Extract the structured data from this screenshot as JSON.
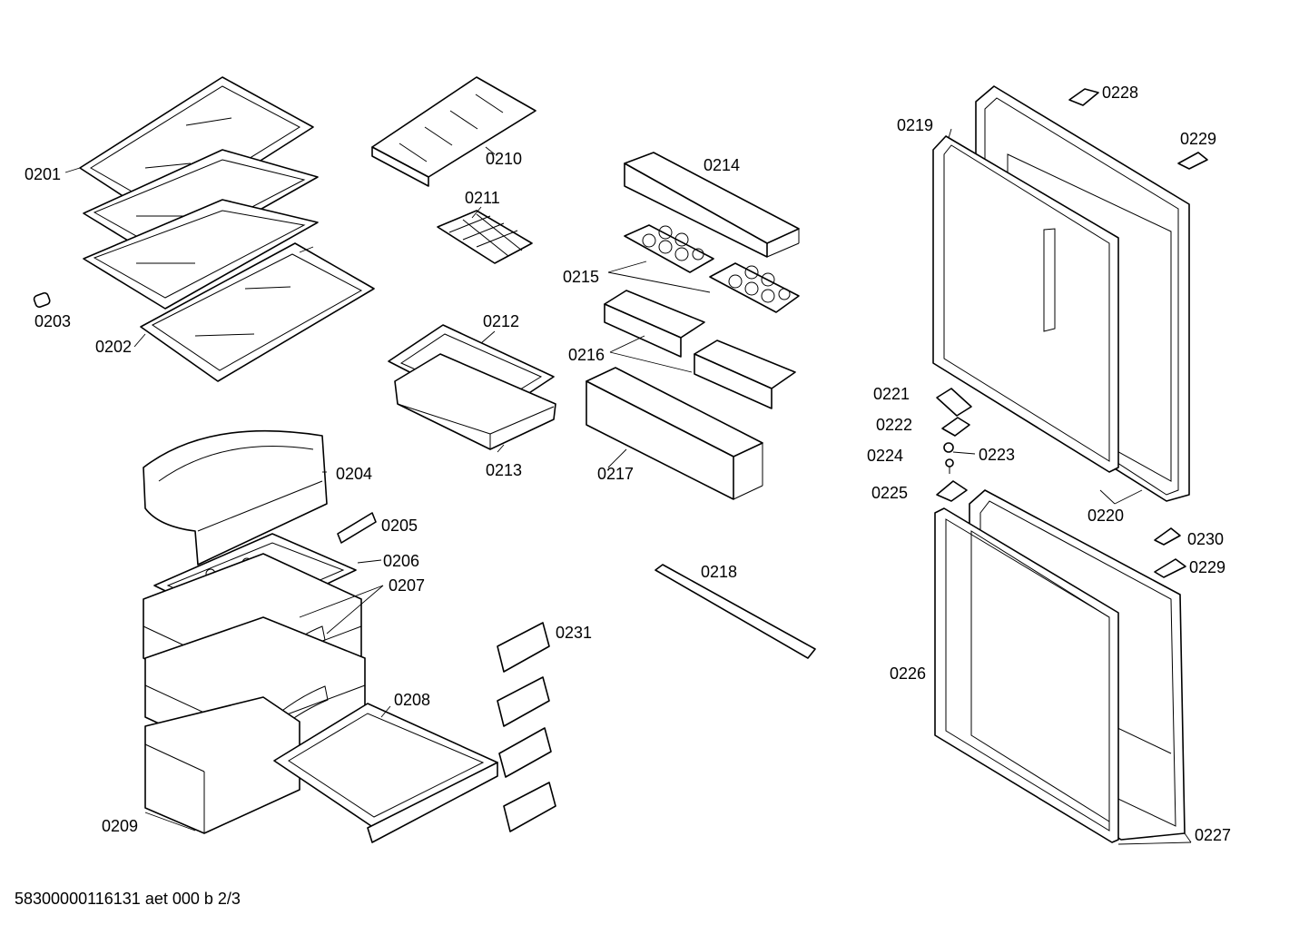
{
  "labels": {
    "p0201": "0201",
    "p0202": "0202",
    "p0203": "0203",
    "p0204": "0204",
    "p0205": "0205",
    "p0206": "0206",
    "p0207": "0207",
    "p0208": "0208",
    "p0209": "0209",
    "p0210": "0210",
    "p0211": "0211",
    "p0212": "0212",
    "p0213": "0213",
    "p0214": "0214",
    "p0215": "0215",
    "p0216": "0216",
    "p0217": "0217",
    "p0218": "0218",
    "p0219": "0219",
    "p0220": "0220",
    "p0221": "0221",
    "p0222": "0222",
    "p0223": "0223",
    "p0224": "0224",
    "p0225": "0225",
    "p0226": "0226",
    "p0227": "0227",
    "p0228": "0228",
    "p0229a": "0229",
    "p0229b": "0229",
    "p0230": "0230",
    "p0231": "0231"
  },
  "footer": "58300000116131 aet 000 b 2/3"
}
